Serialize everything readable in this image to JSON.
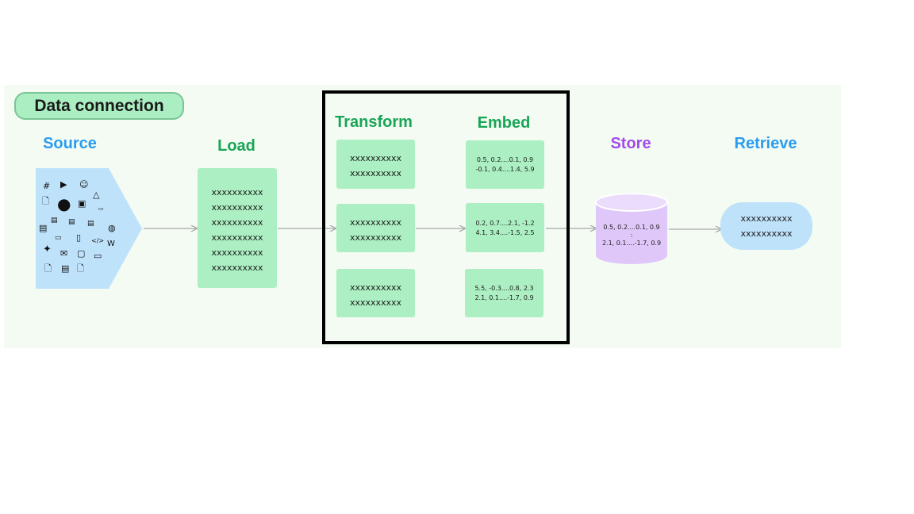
{
  "badge": {
    "label": "Data connection"
  },
  "stages": {
    "source": "Source",
    "load": "Load",
    "transform": "Transform",
    "embed": "Embed",
    "store": "Store",
    "retrieve": "Retrieve"
  },
  "load_lines": [
    "xxxxxxxxxx",
    "xxxxxxxxxx",
    "xxxxxxxxxx",
    "xxxxxxxxxx",
    "xxxxxxxxxx",
    "xxxxxxxxxx"
  ],
  "transform_chunks": [
    [
      "xxxxxxxxxx",
      "xxxxxxxxxx"
    ],
    [
      "xxxxxxxxxx",
      "xxxxxxxxxx"
    ],
    [
      "xxxxxxxxxx",
      "xxxxxxxxxx"
    ]
  ],
  "embed_vectors": [
    [
      "0.5, 0.2....0.1, 0.9",
      "-0.1, 0.4....1.4, 5.9"
    ],
    [
      "0.2, 0.7....2.1, -1.2",
      "4.1, 3.4....-1.5, 2.5"
    ],
    [
      "5.5, -0.3....0.8, 2.3",
      "2.1, 0.1....-1.7, 0.9"
    ]
  ],
  "store_lines": [
    "0.5, 0.2....0.1, 0.9",
    ":",
    "2.1, 0.1....-1.7, 0.9"
  ],
  "retrieve_lines": [
    "xxxxxxxxxx",
    "xxxxxxxxxx"
  ],
  "source_icons": [
    "slack-icon",
    "youtube-icon",
    "discord-icon",
    "file-icon",
    "github-icon",
    "image-icon",
    "drive-icon",
    "csv-icon",
    "pdf-icon",
    "doc-icon",
    "ppt-icon",
    "txt-icon",
    "web-icon",
    "markdown-icon",
    "json-icon",
    "html-icon",
    "wikipedia-icon",
    "twitter-icon",
    "email-icon",
    "notion-icon",
    "folder-icon",
    "file-icon-2",
    "file-icon-3",
    "file-icon-4"
  ],
  "colors": {
    "panel_bg": "#f3fbf3",
    "green_box": "#abefc2",
    "source_blue": "#bfe2fb",
    "store_purple": "#e0c7fa",
    "retrieve_blue": "#bfe2fb",
    "arrow": "#a8a8a8",
    "title_blue": "#2a9cf0",
    "title_green": "#19a556",
    "title_purple": "#a34cf0"
  }
}
